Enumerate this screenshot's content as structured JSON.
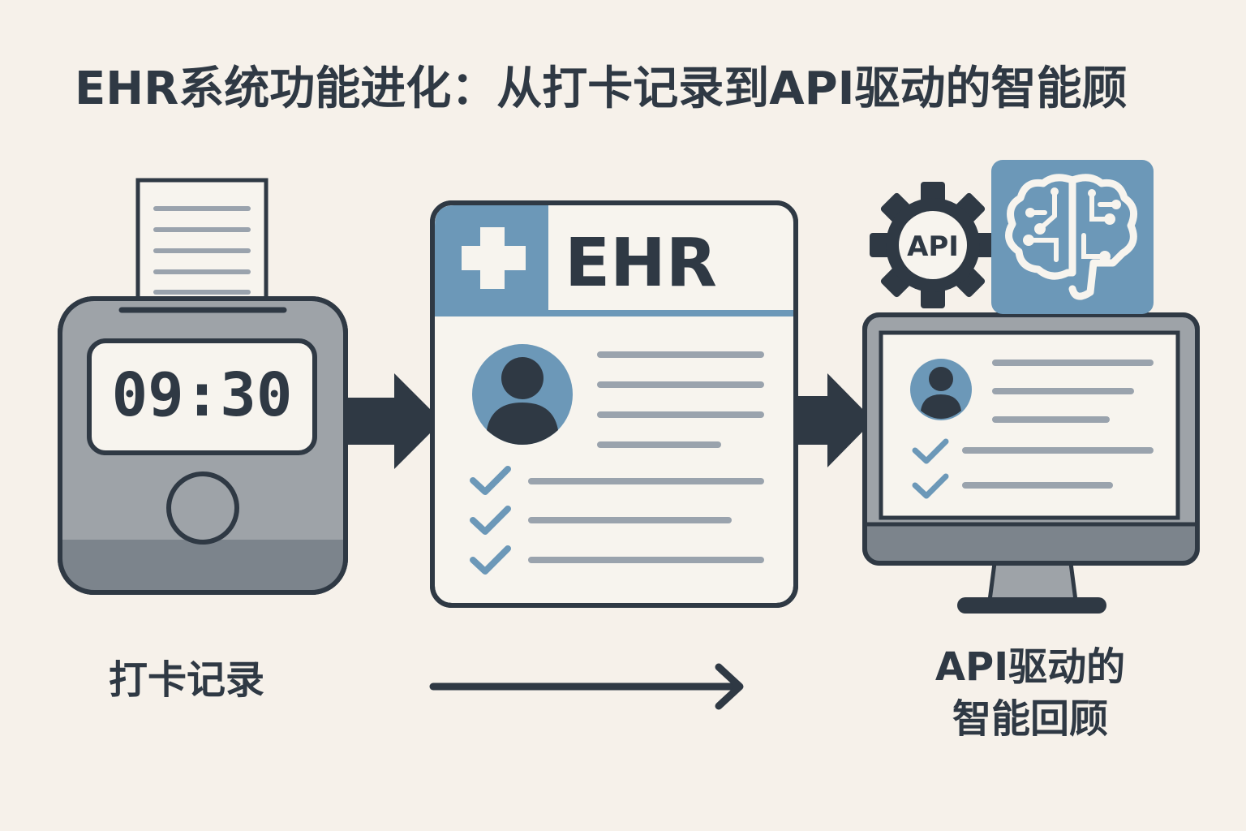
{
  "title": "EHR系统功能进化：从打卡记录到API驱动的智能顾",
  "stages": {
    "clock": {
      "time": "09:30",
      "caption": "打卡记录"
    },
    "ehr": {
      "header": "EHR"
    },
    "ai": {
      "gear_label": "API",
      "caption_line1": "API驱动的",
      "caption_line2": "智能回顾"
    }
  },
  "colors": {
    "background": "#f6f1ea",
    "dark": "#2f3944",
    "accent_blue": "#6c98b8",
    "device_gray": "#9ea3a8",
    "line_gray": "#9aa3ad",
    "paper": "#f7f4ee"
  },
  "icons": {
    "clock_device": "time-clock-icon",
    "receipt": "receipt-icon",
    "medical_cross": "medical-cross-icon",
    "user_avatar": "user-avatar-icon",
    "checkmark": "checkmark-icon",
    "gear": "gear-icon",
    "brain": "brain-circuit-icon",
    "monitor": "monitor-icon",
    "arrow": "arrow-right-icon"
  }
}
